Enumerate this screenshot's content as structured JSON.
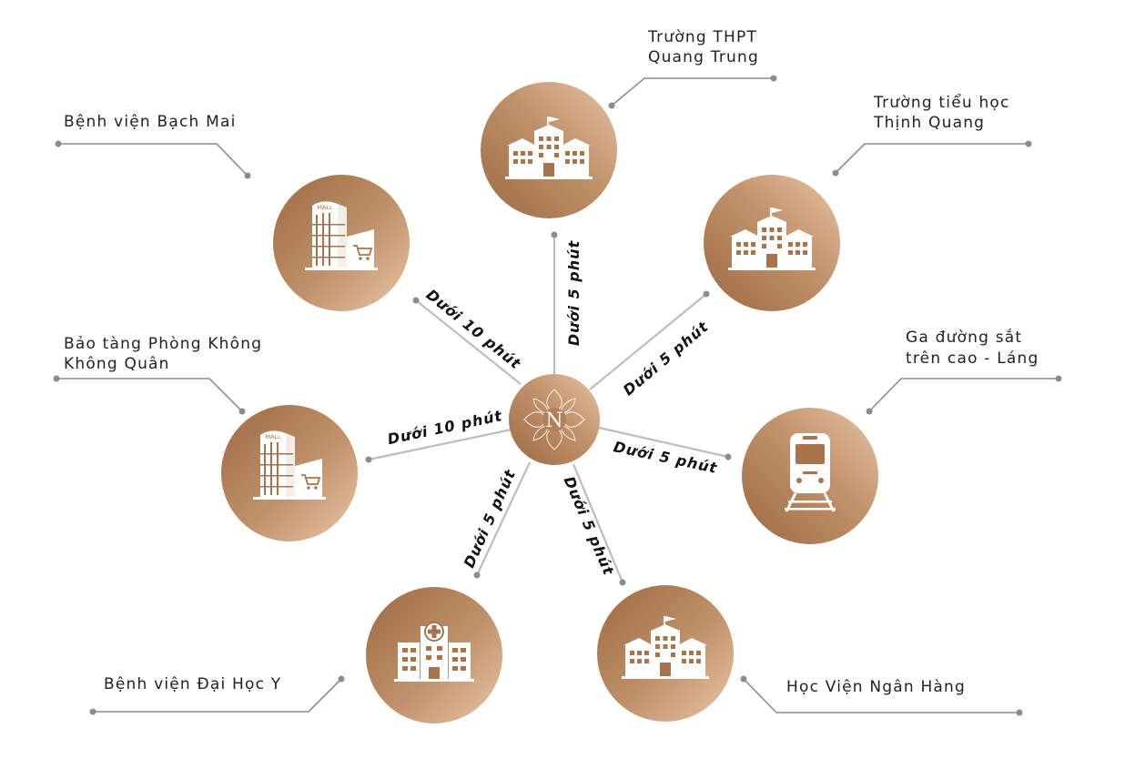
{
  "center": {
    "logo_letter": "N"
  },
  "colors": {
    "gold_light": "#e7c3a4",
    "gold_dark": "#9c6a43",
    "line": "#bdbdbd",
    "leader": "#8c8c8c"
  },
  "nodes": [
    {
      "id": "quang-trung",
      "label_lines": [
        "Trường THPT",
        "Quang Trung"
      ],
      "duration": "Dưới 5 phút",
      "icon": "school-icon"
    },
    {
      "id": "thinh-quang",
      "label_lines": [
        "Trường tiểu học",
        "Thịnh Quang"
      ],
      "duration": "Dưới 5 phút",
      "icon": "school-icon"
    },
    {
      "id": "ga-lang",
      "label_lines": [
        "Ga đường sắt",
        "trên cao - Láng"
      ],
      "duration": "Dưới 5 phút",
      "icon": "train-icon"
    },
    {
      "id": "hv-ngan-hang",
      "label_lines": [
        "Học Viện Ngân Hàng"
      ],
      "duration": "Dưới 5 phút",
      "icon": "school-icon"
    },
    {
      "id": "dh-y",
      "label_lines": [
        "Bệnh viện Đại Học Y"
      ],
      "duration": "Dưới 5 phút",
      "icon": "hospital-icon"
    },
    {
      "id": "bao-tang",
      "label_lines": [
        "Bảo tàng Phòng Không",
        "Không Quân"
      ],
      "duration": "Dưới 10 phút",
      "icon": "mall-icon"
    },
    {
      "id": "bach-mai",
      "label_lines": [
        "Bệnh viện Bạch Mai"
      ],
      "duration": "Dưới 10 phút",
      "icon": "mall-icon"
    }
  ]
}
